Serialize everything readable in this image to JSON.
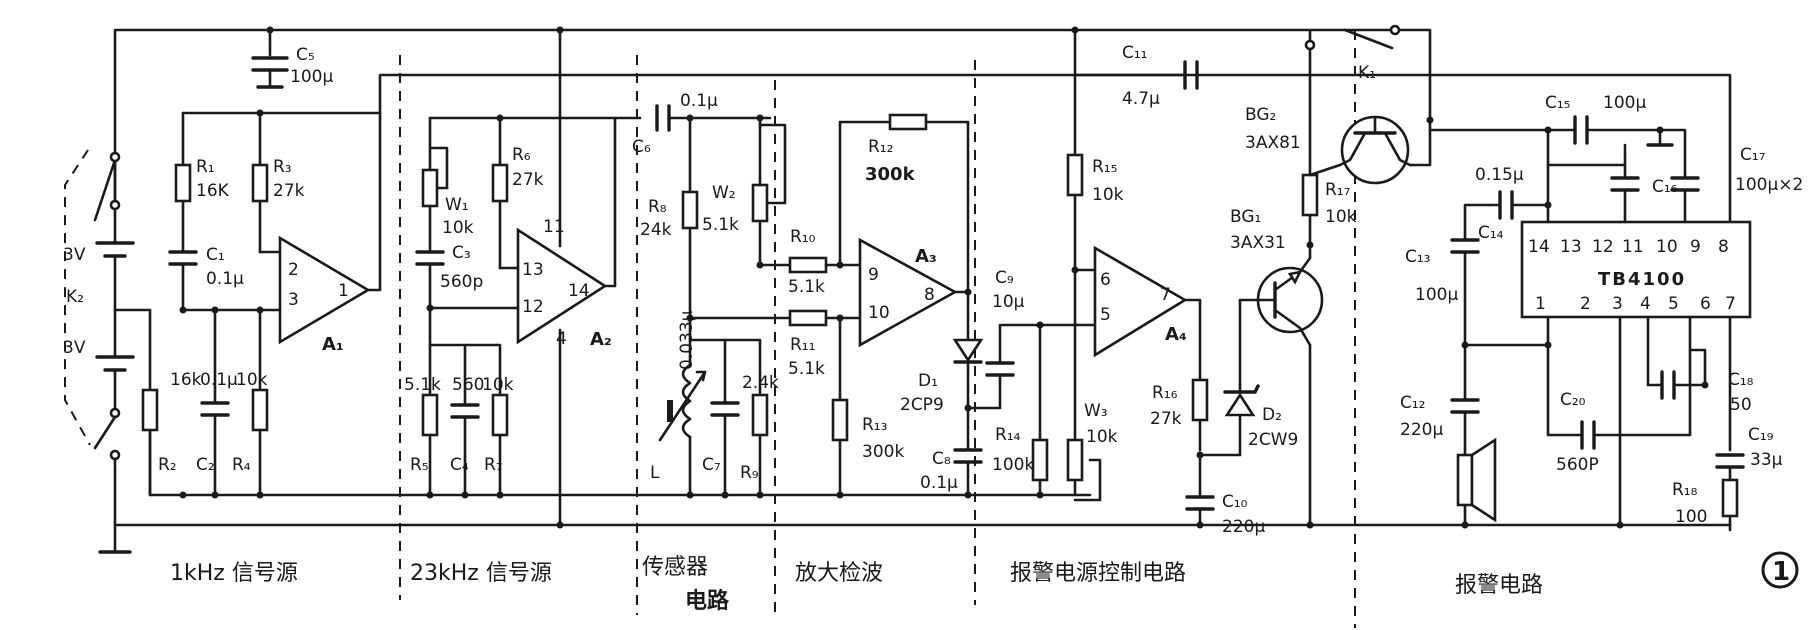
{
  "sections": {
    "s1": "1kHz 信号源",
    "s2": "23kHz 信号源",
    "s3a": "传感器",
    "s3b": "电路",
    "s4": "放大检波",
    "s5": "报警电源控制电路",
    "s6": "报警电路",
    "fig": "1"
  },
  "labels": {
    "C5": "C₅",
    "C5v": "100μ",
    "R1": "R₁",
    "R1v": "16K",
    "R3": "R₃",
    "R3v": "27k",
    "C1": "C₁",
    "C1v": "0.1μ",
    "A1": "A₁",
    "R2v": "16k",
    "R2": "R₂",
    "C2v": "0.1μ",
    "C2": "C₂",
    "R4v": "10k",
    "R4": "R₄",
    "K2": "K₂",
    "V1": "3V",
    "V2": "3V",
    "W1": "W₁",
    "W1v": "10k",
    "C3": "C₃",
    "C3v": "560p",
    "R6": "R₆",
    "R6v": "27k",
    "A2": "A₂",
    "R5v": "5.1k",
    "R5": "R₅",
    "C4v": "560",
    "C4": "C₄",
    "R7v": "10k",
    "R7": "R₇",
    "C6v": "0.1μ",
    "C6": "C₆",
    "R8": "R₈",
    "R8v": "24k",
    "W2": "W₂",
    "W2v": "5.1k",
    "L": "L",
    "C7v": "0.033μ",
    "C7": "C₇",
    "R9v": "2.4k",
    "R9": "R₉",
    "R10": "R₁₀",
    "R10v": "5.1k",
    "R11": "R₁₁",
    "R11v": "5.1k",
    "R12": "R₁₂",
    "R12v": "300k",
    "A3": "A₃",
    "D1": "D₁",
    "D1v": "2CP9",
    "R13": "R₁₃",
    "R13v": "300k",
    "C8": "C₈",
    "C8v": "0.1μ",
    "C9": "C₉",
    "C9v": "10μ",
    "R14": "R₁₄",
    "R14v": "100k",
    "C11": "C₁₁",
    "C11v": "4.7μ",
    "R15": "R₁₅",
    "R15v": "10k",
    "A4": "A₄",
    "W3": "W₃",
    "W3v": "10k",
    "R16": "R₁₆",
    "R16v": "27k",
    "D2": "D₂",
    "D2v": "2CW9",
    "C10": "C₁₀",
    "C10v": "220μ",
    "BG2": "BG₂",
    "BG2v": "3AX81",
    "BG1": "BG₁",
    "BG1v": "3AX31",
    "R17": "R₁₇",
    "R17v": "10k",
    "K1": "K₁",
    "C15": "C₁₅",
    "C15v": "100μ",
    "C17": "C₁₇",
    "C17v": "100μ×2",
    "C14v": "0.15μ",
    "C16": "C₁₆",
    "C14": "C₁₄",
    "C13": "C₁₃",
    "C13v": "100μ",
    "IC": "TB4100",
    "C12": "C₁₂",
    "C12v": "220μ",
    "C20": "C₂₀",
    "C20v": "560P",
    "C18": "C₁₈",
    "C18v": "50",
    "C19": "C₁₉",
    "C19v": "33μ",
    "R18": "R₁₈",
    "R18v": "100"
  },
  "pins": {
    "a1_in_minus": "2",
    "a1_in_plus": "3",
    "a1_out": "1",
    "a2_13": "13",
    "a2_12": "12",
    "a2_14": "14",
    "a2_11": "11",
    "a2_4": "4",
    "a3_9": "9",
    "a3_10": "10",
    "a3_8": "8",
    "a4_6": "6",
    "a4_5": "5",
    "a4_7": "7",
    "ic_top": [
      "14",
      "13",
      "12",
      "11",
      "10",
      "9",
      "8"
    ],
    "ic_bot": [
      "1",
      "2",
      "3",
      "4",
      "5",
      "6",
      "7"
    ]
  }
}
